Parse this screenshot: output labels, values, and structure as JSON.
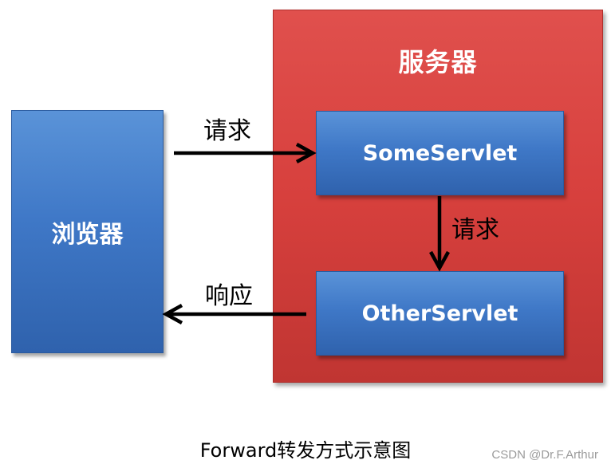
{
  "server": {
    "title": "服务器"
  },
  "browser": {
    "label": "浏览器"
  },
  "servlets": {
    "some": "SomeServlet",
    "other": "OtherServlet"
  },
  "arrows": {
    "request_to_server": "请求",
    "internal_forward": "请求",
    "response_to_browser": "响应"
  },
  "caption": "Forward转发方式示意图",
  "watermark": "CSDN @Dr.F.Arthur",
  "colors": {
    "server_red": "#d7403d",
    "box_blue": "#3f78c7",
    "arrow": "#000000"
  }
}
